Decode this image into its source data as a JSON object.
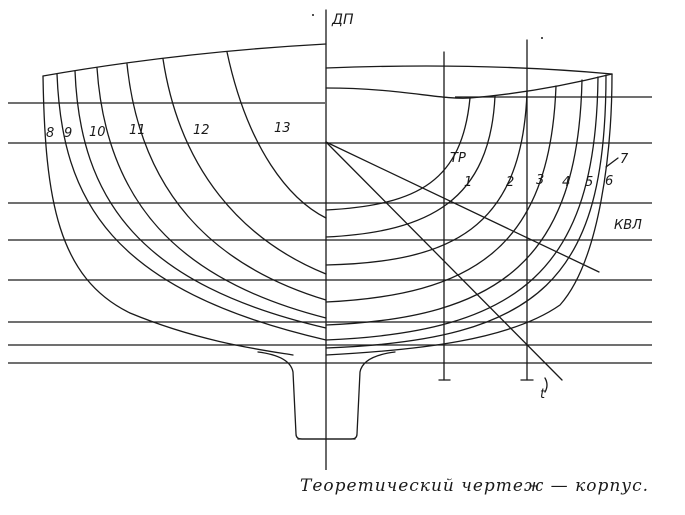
{
  "labels": {
    "dp": "ДП",
    "kvl": "КВЛ",
    "tr": "ТР",
    "tail": "t",
    "aft_stations": [
      "8",
      "9",
      "10",
      "11",
      "12",
      "13"
    ],
    "fore_stations": [
      "1",
      "2",
      "3",
      "4",
      "5",
      "6",
      "7"
    ]
  },
  "caption": "Теоретический чертеж — корпус."
}
